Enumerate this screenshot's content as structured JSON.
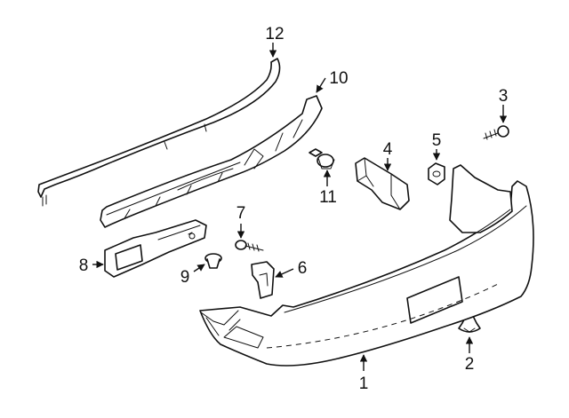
{
  "diagram": {
    "colors": {
      "line": "#111111",
      "background": "#ffffff"
    },
    "callouts": [
      {
        "id": "1",
        "label": "1"
      },
      {
        "id": "2",
        "label": "2"
      },
      {
        "id": "3",
        "label": "3"
      },
      {
        "id": "4",
        "label": "4"
      },
      {
        "id": "5",
        "label": "5"
      },
      {
        "id": "6",
        "label": "6"
      },
      {
        "id": "7",
        "label": "7"
      },
      {
        "id": "8",
        "label": "8"
      },
      {
        "id": "9",
        "label": "9"
      },
      {
        "id": "10",
        "label": "10"
      },
      {
        "id": "11",
        "label": "11"
      },
      {
        "id": "12",
        "label": "12"
      }
    ]
  }
}
